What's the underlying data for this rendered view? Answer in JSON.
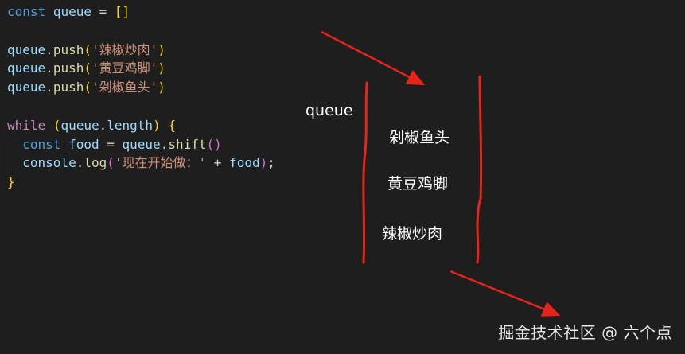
{
  "editor": {
    "theme_background": "#1e1e1e",
    "lines": [
      {
        "tokens": [
          {
            "t": "const",
            "c": "kw"
          },
          {
            "t": " ",
            "c": "op"
          },
          {
            "t": "queue",
            "c": "var"
          },
          {
            "t": " = ",
            "c": "op"
          },
          {
            "t": "[]",
            "c": "br1"
          }
        ]
      },
      {
        "tokens": []
      },
      {
        "tokens": [
          {
            "t": "queue",
            "c": "var"
          },
          {
            "t": ".",
            "c": "op"
          },
          {
            "t": "push",
            "c": "fn"
          },
          {
            "t": "(",
            "c": "br1"
          },
          {
            "t": "'辣椒炒肉'",
            "c": "str"
          },
          {
            "t": ")",
            "c": "br1"
          }
        ]
      },
      {
        "tokens": [
          {
            "t": "queue",
            "c": "var"
          },
          {
            "t": ".",
            "c": "op"
          },
          {
            "t": "push",
            "c": "fn"
          },
          {
            "t": "(",
            "c": "br1"
          },
          {
            "t": "'黄豆鸡脚'",
            "c": "str"
          },
          {
            "t": ")",
            "c": "br1"
          }
        ]
      },
      {
        "tokens": [
          {
            "t": "queue",
            "c": "var"
          },
          {
            "t": ".",
            "c": "op"
          },
          {
            "t": "push",
            "c": "fn"
          },
          {
            "t": "(",
            "c": "br1"
          },
          {
            "t": "'剁椒鱼头'",
            "c": "str"
          },
          {
            "t": ")",
            "c": "br1"
          }
        ]
      },
      {
        "tokens": []
      },
      {
        "tokens": [
          {
            "t": "while",
            "c": "ctrl"
          },
          {
            "t": " ",
            "c": "op"
          },
          {
            "t": "(",
            "c": "br1"
          },
          {
            "t": "queue",
            "c": "var"
          },
          {
            "t": ".",
            "c": "op"
          },
          {
            "t": "length",
            "c": "var"
          },
          {
            "t": ")",
            "c": "br1"
          },
          {
            "t": " ",
            "c": "op"
          },
          {
            "t": "{",
            "c": "br1"
          }
        ]
      },
      {
        "indent": true,
        "tokens": [
          {
            "t": "  ",
            "c": "op"
          },
          {
            "t": "const",
            "c": "kw"
          },
          {
            "t": " ",
            "c": "op"
          },
          {
            "t": "food",
            "c": "var"
          },
          {
            "t": " = ",
            "c": "op"
          },
          {
            "t": "queue",
            "c": "var"
          },
          {
            "t": ".",
            "c": "op"
          },
          {
            "t": "shift",
            "c": "fn"
          },
          {
            "t": "()",
            "c": "br2"
          }
        ]
      },
      {
        "indent": true,
        "tokens": [
          {
            "t": "  ",
            "c": "op"
          },
          {
            "t": "console",
            "c": "var"
          },
          {
            "t": ".",
            "c": "op"
          },
          {
            "t": "log",
            "c": "fn"
          },
          {
            "t": "(",
            "c": "br2"
          },
          {
            "t": "'现在开始做：'",
            "c": "str"
          },
          {
            "t": " + ",
            "c": "op"
          },
          {
            "t": "food",
            "c": "var"
          },
          {
            "t": ")",
            "c": "br2"
          },
          {
            "t": ";",
            "c": "op"
          }
        ]
      },
      {
        "tokens": [
          {
            "t": "}",
            "c": "br1"
          }
        ]
      }
    ]
  },
  "diagram": {
    "queue_label": "queue",
    "items": [
      "剁椒鱼头",
      "黄豆鸡脚",
      "辣椒炒肉"
    ],
    "annotation_color": "#e8231a"
  },
  "watermark": "掘金技术社区 @ 六个点"
}
